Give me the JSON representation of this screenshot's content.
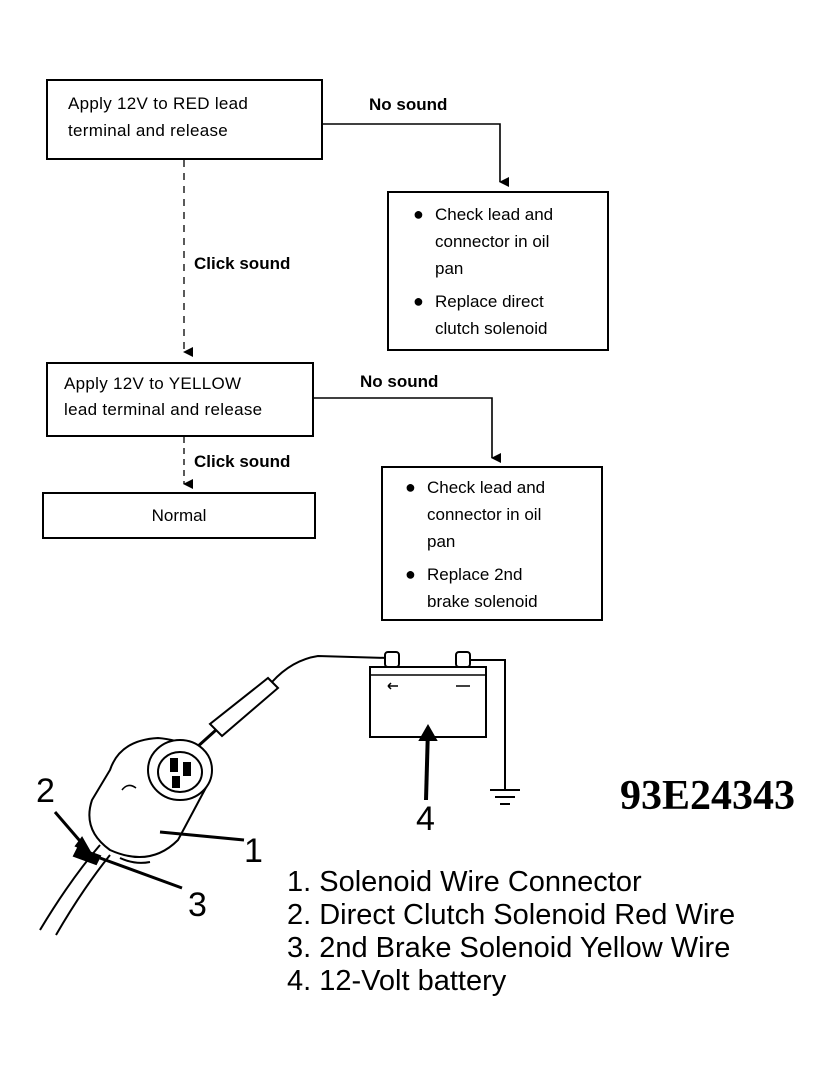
{
  "flowchart": {
    "step1": {
      "line1": "Apply 12V to RED lead",
      "line2": "terminal and release"
    },
    "step1_no_sound": "No sound",
    "step1_click_sound": "Click sound",
    "action1": {
      "item1": [
        "Check lead and",
        "connector in oil",
        "pan"
      ],
      "item2": [
        "Replace direct",
        "clutch solenoid"
      ]
    },
    "step2": {
      "line1": "Apply 12V to YELLOW",
      "line2": "lead terminal and release"
    },
    "step2_no_sound": "No sound",
    "step2_click_sound": "Click sound",
    "action2": {
      "item1": [
        "Check lead and",
        "connector in oil",
        "pan"
      ],
      "item2": [
        "Replace 2nd",
        "brake solenoid"
      ]
    },
    "result": "Normal"
  },
  "illustration": {
    "callouts": [
      "1",
      "2",
      "3",
      "4"
    ],
    "battery_minus": "←",
    "battery_plus": "—"
  },
  "figure_id": "93E24343",
  "legend": [
    "1. Solenoid Wire Connector",
    "2. Direct Clutch Solenoid Red Wire",
    "3. 2nd Brake Solenoid Yellow Wire",
    "4. 12-Volt battery"
  ]
}
